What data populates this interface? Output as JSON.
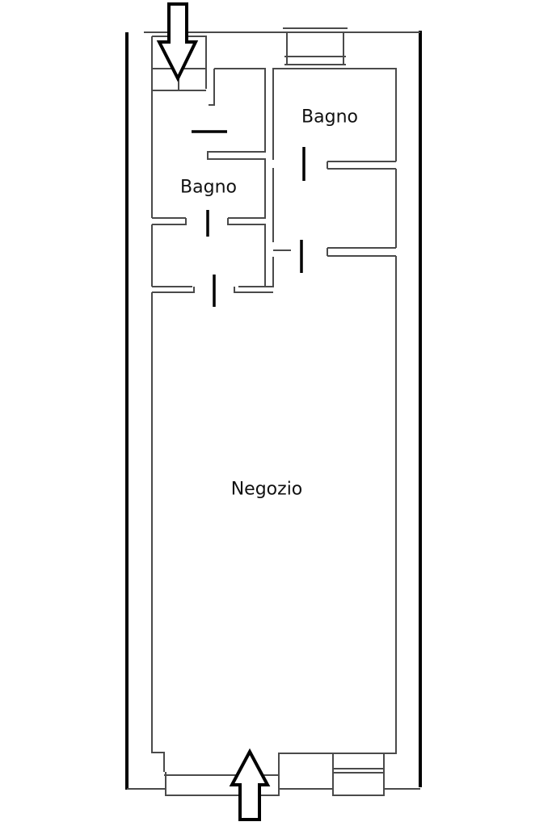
{
  "rooms": [
    {
      "id": "bagno-left",
      "label": "Bagno"
    },
    {
      "id": "bagno-right",
      "label": "Bagno"
    },
    {
      "id": "negozio",
      "label": "Negozio"
    }
  ],
  "entrances": [
    "top-entrance-arrow",
    "bottom-entrance-arrow"
  ]
}
